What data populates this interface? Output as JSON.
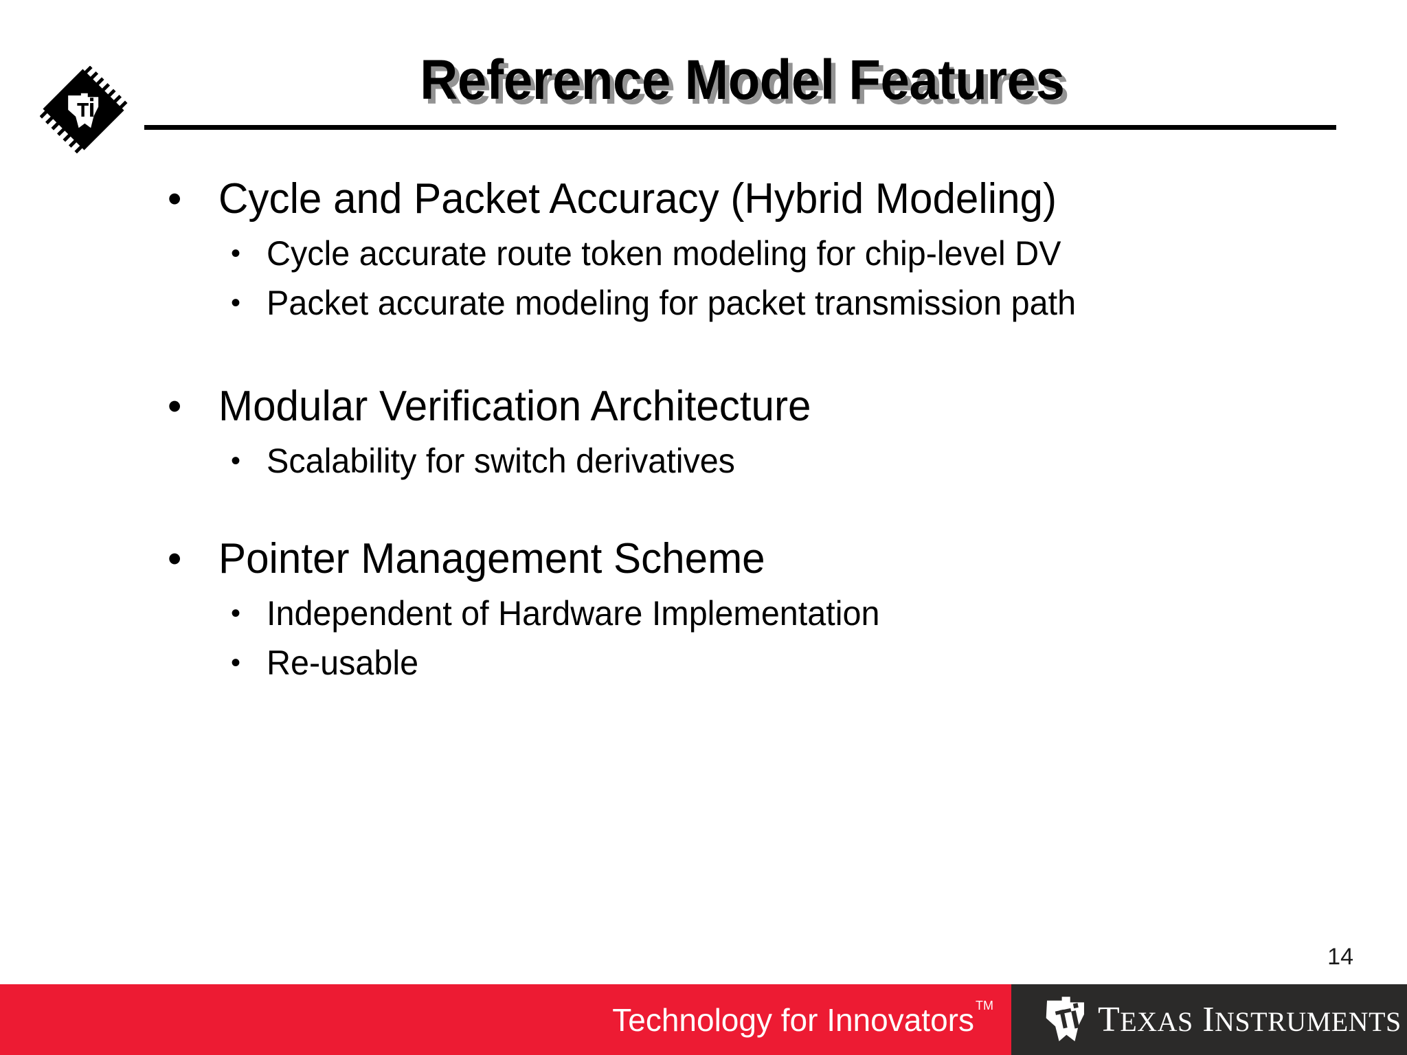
{
  "slide": {
    "title": "Reference Model Features",
    "page_number": "14",
    "background_color": "#FFFFFF",
    "title_color": "#000000",
    "title_shadow_color": "#808080",
    "rule_color": "#000000"
  },
  "logo": {
    "chip_icon_name": "ti-chip-diamond-icon",
    "description": "TI chip diamond logo"
  },
  "content": {
    "bullet_glyph": "•",
    "groups": [
      {
        "heading": "Cycle and Packet Accuracy (Hybrid Modeling)",
        "subitems": [
          "Cycle accurate route token modeling for chip-level DV",
          "Packet accurate modeling for packet transmission path"
        ]
      },
      {
        "heading": "Modular Verification Architecture",
        "subitems": [
          "Scalability for switch derivatives"
        ]
      },
      {
        "heading": "Pointer Management Scheme",
        "subitems": [
          "Independent of Hardware Implementation",
          "Re-usable"
        ]
      }
    ]
  },
  "footer": {
    "tagline": "Technology for Innovators",
    "trademark": "TM",
    "brand_part1": "T",
    "brand_part1_rest": "EXAS",
    "brand_part2": "I",
    "brand_part2_rest": "NSTRUMENTS",
    "red_color": "#ED1B33",
    "dark_color": "#2B2A29",
    "text_color": "#FFFFFF",
    "ti_mark_icon_name": "texas-ti-monogram-icon"
  }
}
